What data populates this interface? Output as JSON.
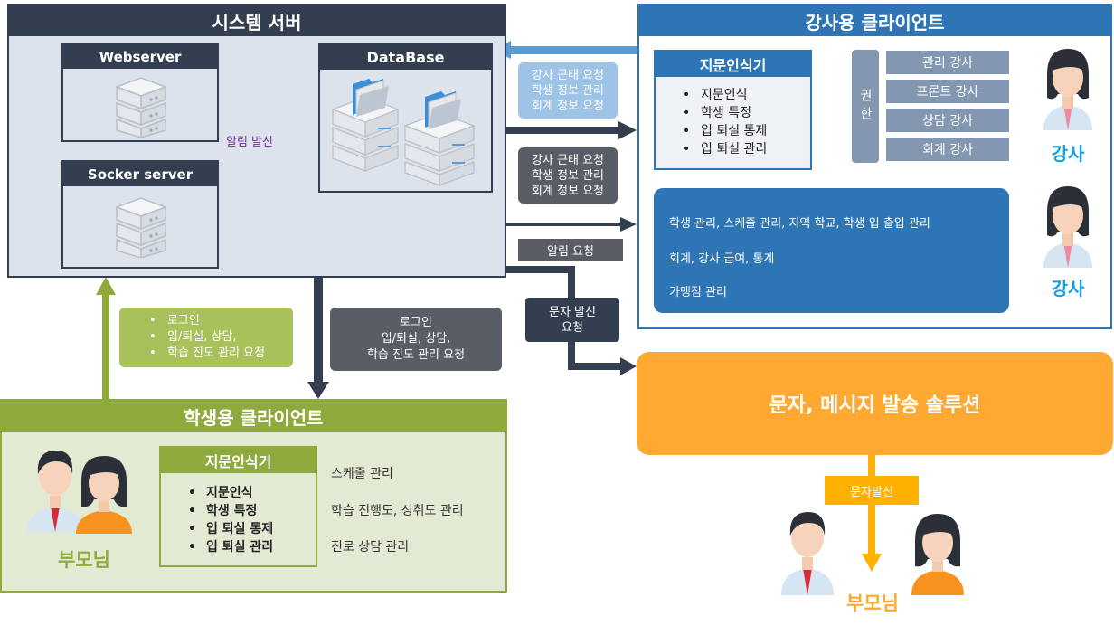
{
  "system_server": {
    "title": "시스템 서버",
    "webserver_title": "Webserver",
    "database_title": "DataBase",
    "socket_title": "Socker server",
    "alarm_label": "알림 발신"
  },
  "teacher_client": {
    "title": "강사용 클라이언트",
    "fingerprint_title": "지문인식기",
    "fingerprint_items": [
      "지문인식",
      "학생 특정",
      "입 퇴실 통제",
      "입 퇴실 관리"
    ],
    "authority_label": "권한",
    "roles": [
      "관리 강사",
      "프론트 강사",
      "상담 강사",
      "회계 강사"
    ],
    "person_label_1": "강사",
    "person_label_2": "강사",
    "features": [
      "학생 관리, 스케줄 관리, 지역 학교, 학생 입 출입 관리",
      "회계, 강사 급여, 통계",
      "가맹점 관리"
    ]
  },
  "flows": {
    "request_1": [
      "강사 근태 요청",
      "학생 정보 관리",
      "회계 정보 요청"
    ],
    "request_2": [
      "강사 근태 요청",
      "학생 정보 관리",
      "회계 정보 요청"
    ],
    "alarm_request": "알림 요청",
    "sms_request": [
      "문자 발신",
      "요청"
    ],
    "student_to_server": [
      "로그인",
      "입/퇴실, 상담,",
      "학습 진도 관리 요청"
    ],
    "server_to_student": [
      "로그인",
      "입/퇴실, 상담,",
      "학습 진도 관리 요청"
    ],
    "sms_send": "문자발신"
  },
  "student_client": {
    "title": "학생용 클라이언트",
    "fingerprint_title": "지문인식기",
    "fingerprint_items": [
      "지문인식",
      "학생 특정",
      "입 퇴실 통제",
      "입 퇴실 관리"
    ],
    "features": [
      "스케줄 관리",
      "학습 진행도, 성취도 관리",
      "진로 상담 관리"
    ],
    "parents_label": "부모님"
  },
  "sms_solution": {
    "title": "문자, 메시지 발송 솔루션",
    "parents_label": "부모님"
  },
  "colors": {
    "dark": "#333f50",
    "blue": "#2e75b6",
    "green": "#8faa3c",
    "orange": "#ffa933",
    "gold": "#ffb000"
  }
}
